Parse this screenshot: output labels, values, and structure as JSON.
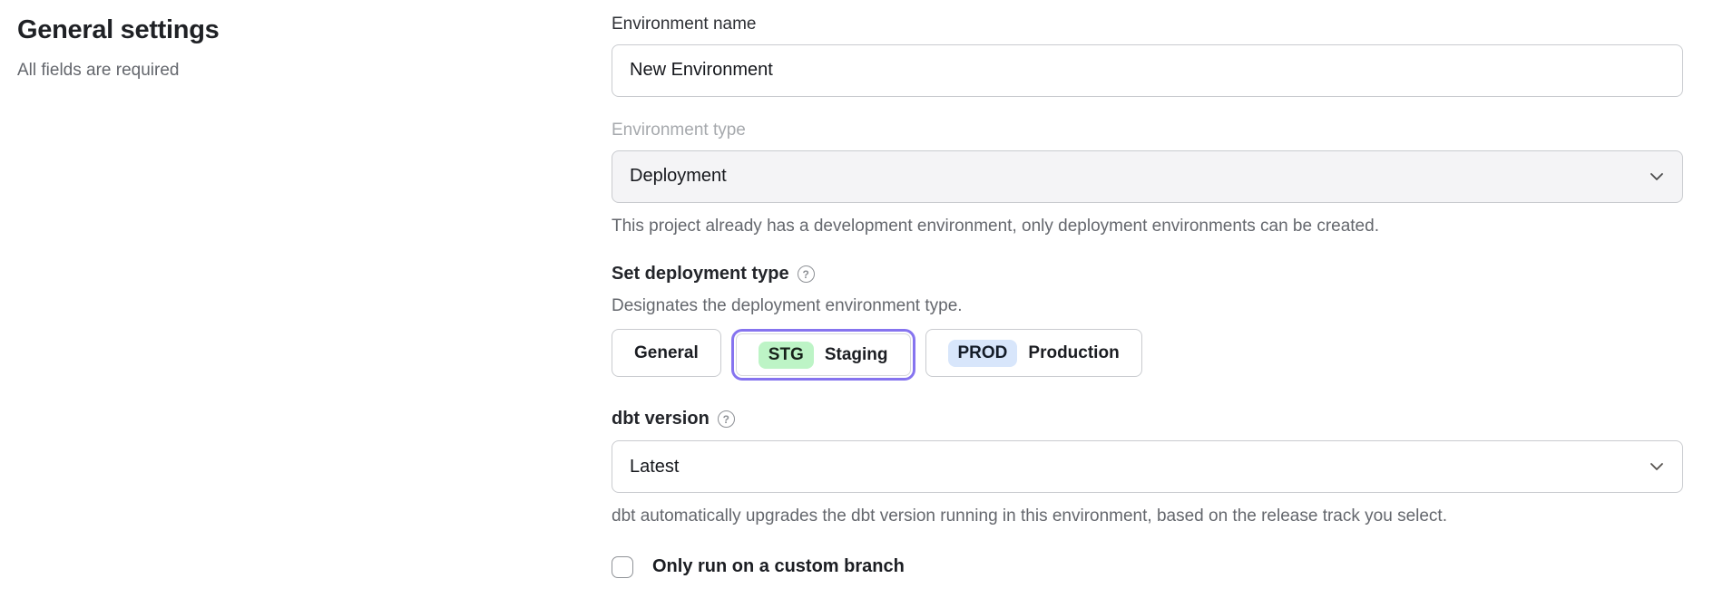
{
  "page": {
    "title": "General settings",
    "subtitle": "All fields are required"
  },
  "form": {
    "environment_name": {
      "label": "Environment name",
      "value": "New Environment"
    },
    "environment_type": {
      "label": "Environment type",
      "selected_value": "Deployment",
      "disabled": true,
      "helper": "This project already has a development environment, only deployment environments can be created."
    },
    "deployment_type": {
      "heading": "Set deployment type",
      "description": "Designates the deployment environment type.",
      "options": [
        {
          "label": "General",
          "badge": "",
          "selected": false
        },
        {
          "label": "Staging",
          "badge": "STG",
          "selected": true
        },
        {
          "label": "Production",
          "badge": "PROD",
          "selected": false
        }
      ]
    },
    "dbt_version": {
      "heading": "dbt version",
      "selected_value": "Latest",
      "helper": "dbt automatically upgrades the dbt version running in this environment, based on the release track you select."
    },
    "custom_branch": {
      "label": "Only run on a custom branch",
      "checked": false
    }
  },
  "icons": {
    "help": "?",
    "chevron_down": "chevron-down"
  },
  "colors": {
    "accent_purple": "#8674ef",
    "staging_badge_green": "#bdf4c6",
    "production_badge_blue": "#d8e6fb",
    "disabled_field_bg": "#f4f4f6",
    "border_gray": "#c9cbcf",
    "muted_text": "#64676d"
  }
}
